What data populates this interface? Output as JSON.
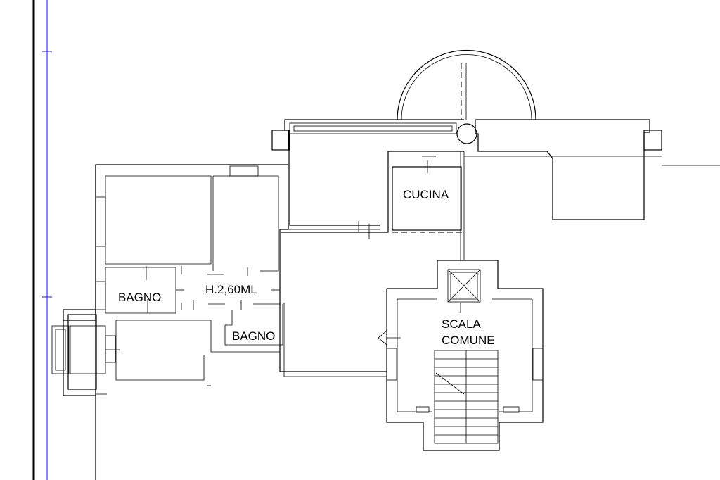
{
  "plan": {
    "rooms": [
      {
        "id": "bagno-1",
        "label": "BAGNO"
      },
      {
        "id": "bagno-2",
        "label": "BAGNO"
      },
      {
        "id": "cucina",
        "label": "CUCINA"
      }
    ],
    "height_label": "H.2,60ML",
    "stair": {
      "line1": "SCALA",
      "line2": "COMUNE"
    }
  },
  "colors": {
    "lines": "#000000",
    "ruler": "#3a3af0",
    "background": "#ffffff"
  }
}
